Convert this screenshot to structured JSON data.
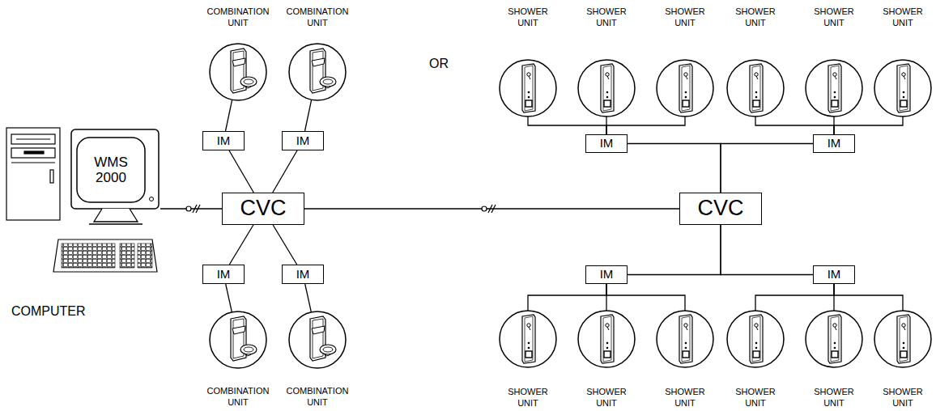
{
  "diagram": {
    "nodes": [
      {
        "text": [
          "WMS 2000",
          "COMPUTER"
        ]
      },
      {
        "text": [
          "COMBINATION UNIT"
        ]
      },
      {
        "text": [
          "COMBINATION UNIT"
        ]
      },
      {
        "text": [
          "COMBINATION UNIT"
        ]
      },
      {
        "text": [
          "COMBINATION UNIT"
        ]
      },
      {
        "text": [
          "IM"
        ]
      },
      {
        "text": [
          "IM"
        ]
      },
      {
        "text": [
          "IM"
        ]
      },
      {
        "text": [
          "IM"
        ]
      },
      {
        "text": [
          "CVC"
        ]
      },
      {
        "text": [
          "CVC"
        ]
      },
      {
        "text": [
          "IM"
        ]
      },
      {
        "text": [
          "IM"
        ]
      },
      {
        "text": [
          "IM"
        ]
      },
      {
        "text": [
          "IM"
        ]
      },
      {
        "text": [
          "SHOWER UNIT"
        ]
      },
      {
        "text": [
          "SHOWER UNIT"
        ]
      },
      {
        "text": [
          "SHOWER UNIT"
        ]
      },
      {
        "text": [
          "SHOWER UNIT"
        ]
      },
      {
        "text": [
          "SHOWER UNIT"
        ]
      },
      {
        "text": [
          "SHOWER UNIT"
        ]
      },
      {
        "text": [
          "SHOWER UNIT"
        ]
      },
      {
        "text": [
          "SHOWER UNIT"
        ]
      },
      {
        "text": [
          "SHOWER UNIT"
        ]
      },
      {
        "text": [
          "SHOWER UNIT"
        ]
      },
      {
        "text": [
          "SHOWER UNIT"
        ]
      },
      {
        "text": [
          "SHOWER UNIT"
        ]
      }
    ],
    "edges": [
      {
        "from": 0,
        "to": 9,
        "arrow": "none"
      },
      {
        "from": 9,
        "to": 10,
        "arrow": "none"
      },
      {
        "from": 5,
        "to": 1,
        "arrow": "none"
      },
      {
        "from": 6,
        "to": 2,
        "arrow": "none"
      },
      {
        "from": 7,
        "to": 3,
        "arrow": "none"
      },
      {
        "from": 8,
        "to": 4,
        "arrow": "none"
      },
      {
        "from": 9,
        "to": 5,
        "arrow": "none"
      },
      {
        "from": 9,
        "to": 6,
        "arrow": "none"
      },
      {
        "from": 9,
        "to": 7,
        "arrow": "none"
      },
      {
        "from": 9,
        "to": 8,
        "arrow": "none"
      },
      {
        "from": 10,
        "to": 11,
        "arrow": "none"
      },
      {
        "from": 10,
        "to": 12,
        "arrow": "none"
      },
      {
        "from": 10,
        "to": 13,
        "arrow": "none"
      },
      {
        "from": 10,
        "to": 14,
        "arrow": "none"
      },
      {
        "from": 11,
        "to": 15,
        "arrow": "none"
      },
      {
        "from": 11,
        "to": 16,
        "arrow": "none"
      },
      {
        "from": 11,
        "to": 17,
        "arrow": "none"
      },
      {
        "from": 12,
        "to": 18,
        "arrow": "none"
      },
      {
        "from": 12,
        "to": 19,
        "arrow": "none"
      },
      {
        "from": 12,
        "to": 20,
        "arrow": "none"
      },
      {
        "from": 13,
        "to": 21,
        "arrow": "none"
      },
      {
        "from": 13,
        "to": 22,
        "arrow": "none"
      },
      {
        "from": 13,
        "to": 23,
        "arrow": "none"
      },
      {
        "from": 14,
        "to": 24,
        "arrow": "none"
      },
      {
        "from": 14,
        "to": 25,
        "arrow": "none"
      },
      {
        "from": 14,
        "to": 26,
        "arrow": "none"
      }
    ],
    "labels": [
      "OR"
    ]
  }
}
